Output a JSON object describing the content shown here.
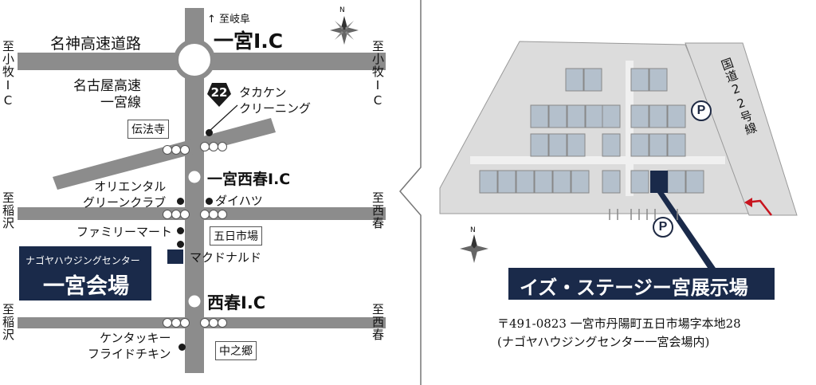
{
  "left_map": {
    "highway_name": "名神高速道路",
    "nagoya_expressway": "名古屋高速\n一宮線",
    "route_number": "22",
    "ic_ichinomiya": "一宮I.C",
    "to_gifu": "↑ 至岐阜",
    "ic_nishiharu_ichinomiya": "一宮西春I.C",
    "ic_nishiharu": "西春I.C",
    "to_komaki_left": "至小牧IC",
    "to_komaki_right": "至小牧IC",
    "to_inazawa_1": "至稲沢",
    "to_nishiharu_1": "至西春",
    "to_inazawa_2": "至稲沢",
    "to_nishiharu_2": "至西春",
    "denpoji": "伝法寺",
    "gokaichiba": "五日市場",
    "nakanogo": "中之郷",
    "takaken": "タカケン\nクリーニング",
    "oriental": "オリエンタル\nグリーンクラブ",
    "daihatsu": "ダイハツ",
    "familymart": "ファミリーマート",
    "mcdonalds": "マクドナルド",
    "kfc": "ケンタッキー\nフライドチキン",
    "venue_sub": "ナゴヤハウジングセンター",
    "venue_main": "一宮会場"
  },
  "right_map": {
    "route_22": "国道22号線",
    "parking": "P",
    "showroom_label": "イズ・ステージー宮展示場",
    "address": "〒491-0823 一宮市丹陽町五日市場字本地28",
    "address_note": "(ナゴヤハウジングセンター一宮会場内)"
  },
  "colors": {
    "road": "#8c8c8c",
    "lot": "#dcdcdc",
    "house": "#b4c0cc",
    "navy": "#1a2a4a",
    "arrow": "#c8141e"
  }
}
